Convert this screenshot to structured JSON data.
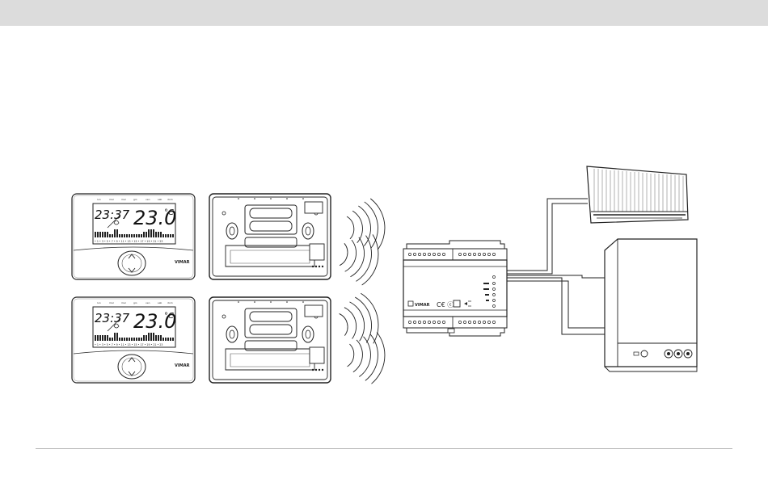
{
  "thermostat": {
    "days": [
      "lun",
      "mar",
      "mer",
      "gio",
      "ven",
      "sab",
      "dom"
    ],
    "time": "23:37",
    "temperature": "23.0",
    "unit": "°C",
    "hours": "• 1 • 3 • 5 • 7 • 9 • 11 • 13 • 15 • 17 • 19 • 21 • 23",
    "brand": "VIMAR"
  },
  "receiver": {
    "brand": "VIMAR",
    "marks": "C€ ⓒ"
  }
}
